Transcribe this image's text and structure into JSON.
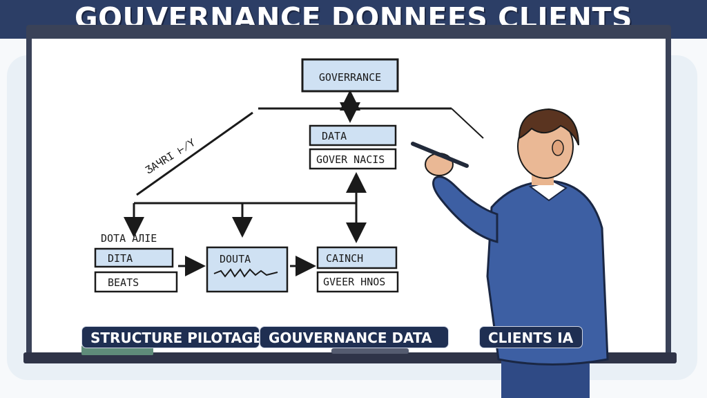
{
  "banner": {
    "title": "GOUVERNANCE DONNEES CLIENTS"
  },
  "whiteboard": {
    "top_box": "GOVERRANCE",
    "middle_box_top": "DATA",
    "middle_box_bottom": "GOVER NACIS",
    "scribble": "ƷAЧRI ⊬Y",
    "left_heading": "DOTA AЛIE",
    "left_box_top": "DITA",
    "left_box_bottom": "BEATS",
    "center_box": "DOUTA",
    "right_box_top": "CAINCH",
    "right_box_bottom": "GVEER HNOS"
  },
  "labels": {
    "left": "STRUCTURE PILOTAGE",
    "center": "GOUVERNANCE DATA",
    "right": "CLIENTS IA"
  },
  "colors": {
    "banner": "#2c3e66",
    "box_fill": "#cfe1f3",
    "label_bg": "#1f2f52",
    "suit": "#3d5fa3"
  }
}
